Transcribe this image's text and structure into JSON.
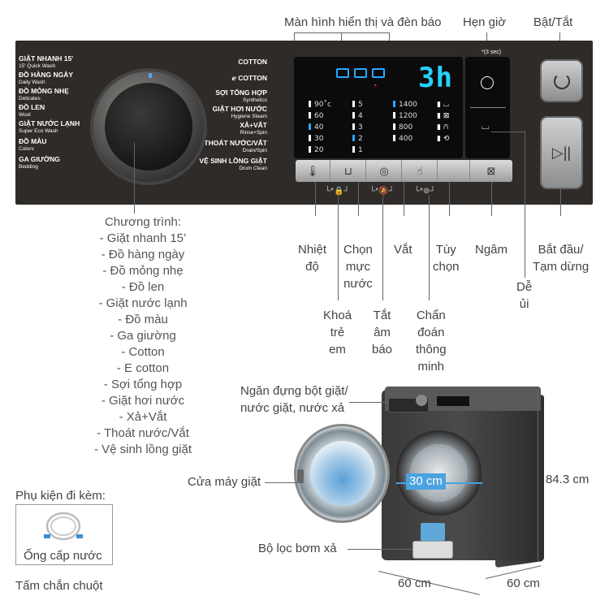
{
  "callouts": {
    "display": "Màn hình hiển thị và đèn báo",
    "timer": "Hẹn giờ",
    "power": "Bật/Tắt",
    "temp": [
      "Nhiệt",
      "độ"
    ],
    "water": [
      "Chọn",
      "mực",
      "nước"
    ],
    "spin": "Vắt",
    "option": [
      "Tùy",
      "chọn"
    ],
    "soak": "Ngâm",
    "start": [
      "Bắt đầu/",
      "Tạm dừng"
    ],
    "easy_iron": [
      "Dễ",
      "ủi"
    ],
    "child_lock": [
      "Khoá",
      "trẻ",
      "em"
    ],
    "mute": [
      "Tắt",
      "âm",
      "báo"
    ],
    "smart_check": [
      "Chẩn",
      "đoán",
      "thông",
      "minh"
    ],
    "detergent": [
      "Ngăn đựng bột giặt/",
      "nước giặt, nước xả"
    ],
    "door": "Cửa máy giặt",
    "drum_size": "30 cm",
    "height": "84.3 cm",
    "filter": "Bộ lọc bơm xả",
    "width": "60 cm",
    "depth": "60 cm"
  },
  "program_list": {
    "title": "Chương trình:",
    "items": [
      "- Giặt nhanh 15’",
      "- Đồ hàng ngày",
      "- Đồ mỏng nhẹ",
      "- Đồ len",
      "- Giặt nước lạnh",
      "- Đồ màu",
      "- Ga giường",
      "- Cotton",
      "- E cotton",
      "- Sợi tổng hợp",
      "- Giặt hơi nước",
      "- Xả+Vắt",
      "- Thoát nước/Vắt",
      "- Vệ sinh lồng giặt"
    ]
  },
  "accessories": {
    "title": "Phụ kiện đi kèm:",
    "hose": "Ống cấp nước",
    "mouse_guard": "Tấm chắn chuột"
  },
  "panel": {
    "dial_left": [
      {
        "main": "GIẶT NHANH 15'",
        "sub": "15' Quick Wash"
      },
      {
        "main": "ĐỒ HÀNG NGÀY",
        "sub": "Daily Wash"
      },
      {
        "main": "ĐỒ MỎNG NHẸ",
        "sub": "Delicates"
      },
      {
        "main": "ĐỒ LEN",
        "sub": "Wool"
      },
      {
        "main": "GIẶT NƯỚC LẠNH",
        "sub": "Super Eco Wash"
      },
      {
        "main": "ĐỒ MÀU",
        "sub": "Colors"
      },
      {
        "main": "GA GIƯỜNG",
        "sub": "Bedding"
      }
    ],
    "dial_right": [
      {
        "main": "COTTON",
        "sub": ""
      },
      {
        "main": "COTTON",
        "sub": ""
      },
      {
        "main": "SỢI TỔNG HỢP",
        "sub": "Synthetics"
      },
      {
        "main": "GIẶT HƠI NƯỚC",
        "sub": "Hygiene Steam"
      },
      {
        "main": "XẢ+VẮT",
        "sub": "Rinse+Spin"
      },
      {
        "main": "THOÁT NƯỚC/VẮT",
        "sub": "Drain/Spin"
      },
      {
        "main": "VỆ SINH LỒNG GIẶT",
        "sub": "Drum Clean"
      }
    ],
    "display_time": "3h",
    "temp_col": [
      "90˚c",
      "60",
      "40",
      "30",
      "20"
    ],
    "water_col": [
      "5",
      "4",
      "3",
      "2",
      "1"
    ],
    "spin_col": [
      "1400",
      "1200",
      "800",
      "400"
    ],
    "timer_hint": "*(3 sec)"
  },
  "colors": {
    "panel": "#2e2b29",
    "display_blue": "#28a8ff",
    "accent_blue": "#4aa3df"
  }
}
